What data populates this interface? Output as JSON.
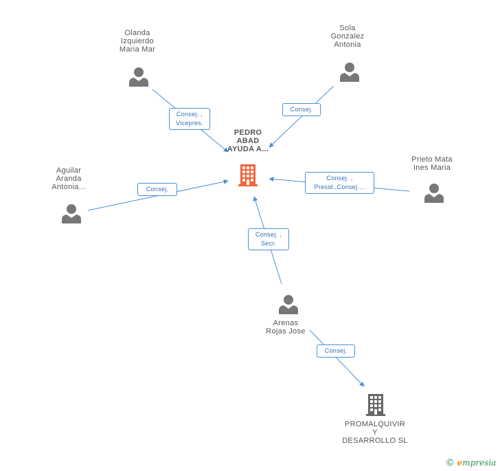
{
  "center": {
    "name": "PEDRO\nABAD\nAYUDA A...",
    "color": "#f0643c",
    "icon": "building-icon"
  },
  "people": [
    {
      "id": "olanda",
      "name": "Olanda\nIzquierdo\nMaria Mar",
      "icon": "person-icon"
    },
    {
      "id": "sola",
      "name": "Sola\nGonzalez\nAntonia",
      "icon": "person-icon"
    },
    {
      "id": "aguilar",
      "name": "Aguilar\nAranda\nAntonia...",
      "icon": "person-icon"
    },
    {
      "id": "prieto",
      "name": "Prieto Mata\nInes Maria",
      "icon": "person-icon"
    },
    {
      "id": "arenas",
      "name": "Arenas\nRojas Jose",
      "icon": "person-icon"
    }
  ],
  "company2": {
    "name": "PROMALQUIVIR\nY\nDESARROLLO SL",
    "color": "#666666",
    "icon": "building-icon"
  },
  "edges": [
    {
      "id": "olanda",
      "label": "Consej. ,\nVicepres."
    },
    {
      "id": "sola",
      "label": "Consej."
    },
    {
      "id": "aguilar",
      "label": "Consej."
    },
    {
      "id": "prieto",
      "label": "Consej. ,\nPresid.,Consej...."
    },
    {
      "id": "arenas",
      "label": "Consej. ,\nSecr."
    },
    {
      "id": "arenas-promal",
      "label": "Consej."
    }
  ],
  "colors": {
    "edge": "#4a8fd8",
    "person": "#777777"
  },
  "brand": {
    "copyright": "©",
    "initial": "e",
    "rest": "mpresia"
  }
}
